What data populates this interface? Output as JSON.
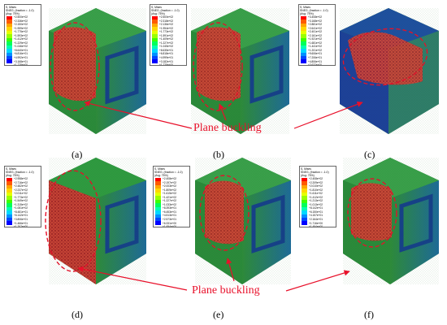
{
  "annotations": {
    "top_label": "Plane buckling",
    "bottom_label": "Plane buckling"
  },
  "panels": [
    {
      "caption": "(a)",
      "legend": {
        "title": "S, Mises",
        "subtitle": "SNEG, (fraction = -1.0)",
        "avg": "(Avg: 75%)",
        "values": [
          "+2.500e+02",
          "+2.336e+02",
          "+2.150e+02",
          "+1.959e+02",
          "+1.775e+02",
          "+1.593e+02",
          "+1.412e+02",
          "+1.229e+02",
          "+1.046e+02",
          "+8.640e+01",
          "+6.816e+01",
          "+4.992e+01",
          "+3.168e+01",
          "+1.729e+00"
        ]
      }
    },
    {
      "caption": "(b)",
      "legend": {
        "title": "S, Mises",
        "subtitle": "SNEG, (fraction = -1.0)",
        "avg": "(Avg: 75%)",
        "values": [
          "+2.500e+02",
          "+2.318e+02",
          "+2.136e+02",
          "+1.954e+02",
          "+1.773e+02",
          "+1.591e+02",
          "+1.409e+02",
          "+1.227e+02",
          "+1.045e+02",
          "+8.635e+01",
          "+6.818e+01",
          "+4.999e+01",
          "+3.182e+01",
          "+1.729e+00"
        ]
      }
    },
    {
      "caption": "(c)",
      "legend": {
        "title": "S, Mises",
        "subtitle": "SNEG, (fraction = -1.0)",
        "avg": "(Avg: 75%)",
        "values": [
          "+3.408e+02",
          "+3.168e+02",
          "+2.881e+02",
          "+2.641e+02",
          "+2.401e+02",
          "+2.161e+02",
          "+1.921e+02",
          "+1.681e+02",
          "+1.441e+02",
          "+1.201e+02",
          "+9.606e+01",
          "+7.206e+01",
          "+4.806e+01",
          "+3.632e+00"
        ]
      }
    },
    {
      "caption": "(d)",
      "legend": {
        "title": "S, Mises",
        "subtitle": "SNEG, (fraction = -1.0)",
        "avg": "(Avg: 75%)",
        "values": [
          "+2.958e+02",
          "+2.716e+02",
          "+2.482e+02",
          "+2.237e+02",
          "+2.011e+02",
          "+1.773e+02",
          "+1.549e+02",
          "+1.315e+02",
          "+1.081e+02",
          "+8.481e+01",
          "+6.142e+01",
          "+3.806e+01",
          "+1.466e+01",
          "+1.767e+00"
        ]
      }
    },
    {
      "caption": "(e)",
      "legend": {
        "title": "S, Mises",
        "subtitle": "SNEG, (fraction = -1.0)",
        "avg": "(Avg: 75%)",
        "values": [
          "+2.408e+02",
          "+2.197e+02",
          "+2.003e+02",
          "+1.809e+02",
          "+1.615e+02",
          "+1.421e+02",
          "+1.227e+02",
          "+1.033e+02",
          "+8.393e+01",
          "+6.453e+01",
          "+4.513e+01",
          "+2.573e+01",
          "+6.331e+00",
          "+1.694e+00"
        ]
      }
    },
    {
      "caption": "(f)",
      "legend": {
        "title": "S, Mises",
        "subtitle": "SNEG, (fraction = -1.0)",
        "avg": "(Avg: 75%)",
        "values": [
          "+2.408e+02",
          "+2.209e+02",
          "+2.010e+02",
          "+1.810e+02",
          "+1.611e+02",
          "+1.412e+02",
          "+1.213e+02",
          "+1.013e+02",
          "+8.142e+01",
          "+6.150e+01",
          "+4.157e+01",
          "+2.164e+01",
          "+1.716e+00",
          "+1.494e+00"
        ]
      }
    }
  ],
  "colors": {
    "annotation_red": "#e8102a",
    "stress_high": "#c0282a",
    "stress_mid": "#3a9a3a",
    "stress_low": "#1a3fa0"
  }
}
